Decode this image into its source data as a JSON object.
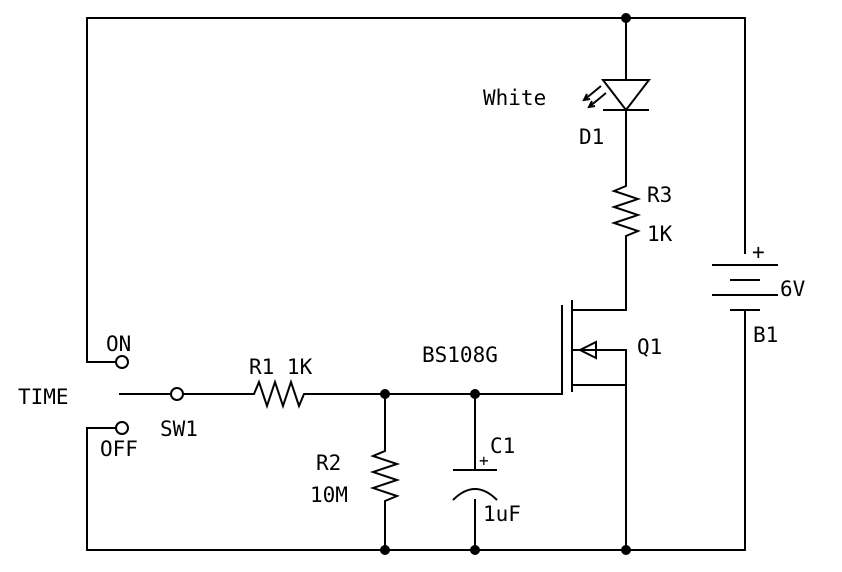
{
  "labels": {
    "led_color": "White",
    "d1": "D1",
    "r3": "R3",
    "r3_value": "1K",
    "battery_plus": "+",
    "battery_voltage": "6V",
    "b1": "B1",
    "q1": "Q1",
    "mosfet_part": "BS108G",
    "switch_on": "ON",
    "switch_common": "TIME",
    "switch_off": "OFF",
    "sw1": "SW1",
    "r1_label": "R1 1K",
    "r2": "R2",
    "r2_value": "10M",
    "c1": "C1",
    "c1_plus": "+",
    "c1_value": "1uF"
  }
}
